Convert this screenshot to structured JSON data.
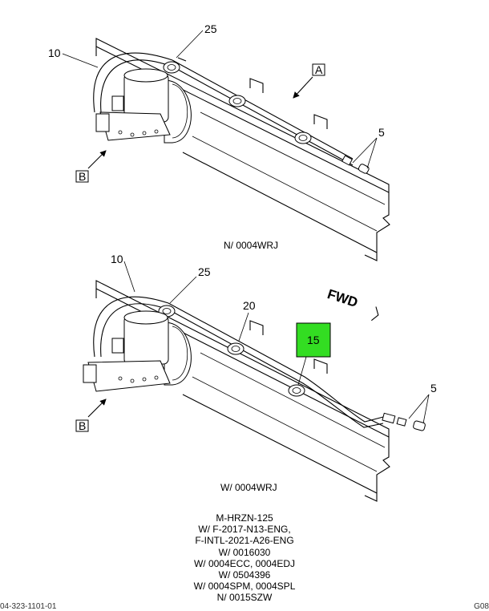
{
  "top_view": {
    "callouts": [
      "10",
      "25",
      "5"
    ],
    "view_a": "A",
    "view_b": "B",
    "caption": "N/ 0004WRJ"
  },
  "bottom_view": {
    "callouts": [
      "10",
      "25",
      "20",
      "15",
      "5"
    ],
    "highlight_color": "#33dd22",
    "view_b": "B",
    "fwd_label": "FWD",
    "caption": "W/ 0004WRJ"
  },
  "notes": [
    "M-HRZN-125",
    "W/ F-2017-N13-ENG,",
    "F-INTL-2021-A26-ENG",
    "W/ 0016030",
    "W/ 0004ECC, 0004EDJ",
    "W/ 0504396",
    "W/ 0004SPM, 0004SPL",
    "N/ 0015SZW"
  ],
  "footer": {
    "left": "04-323-1101-01",
    "right": "G08"
  }
}
